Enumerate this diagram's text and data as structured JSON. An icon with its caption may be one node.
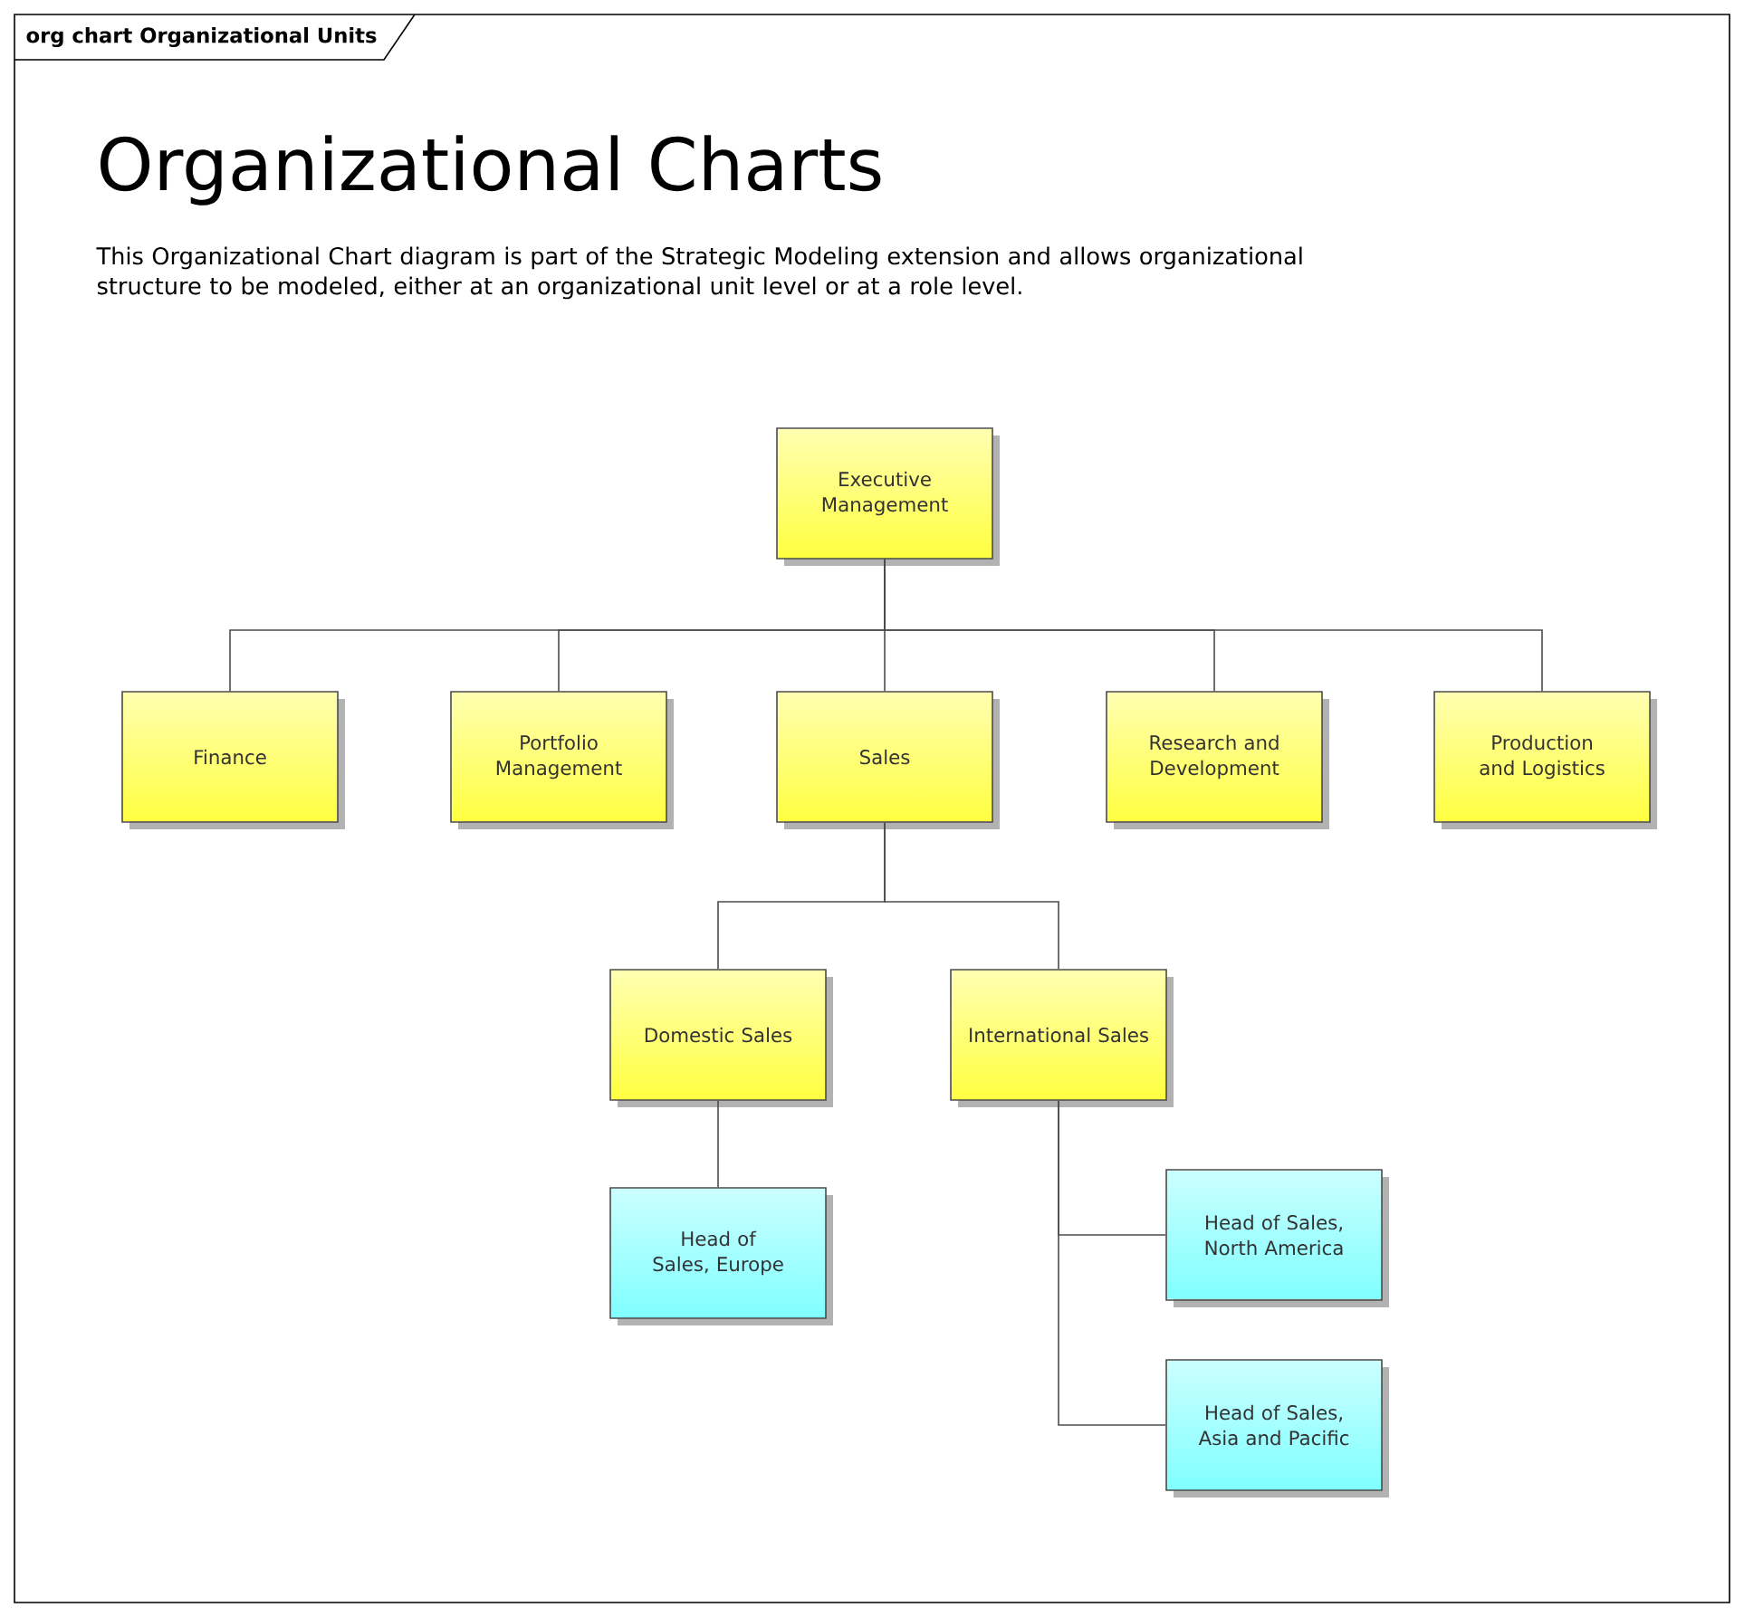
{
  "diagram": {
    "title": "Organizational Charts",
    "nodes": [
      {
        "text": [
          "org chart Organizational Units"
        ]
      },
      {
        "text": [
          "Executive Management"
        ],
        "in": 0
      },
      {
        "text": [
          "Finance"
        ],
        "in": 0
      },
      {
        "text": [
          "Portfolio Management"
        ],
        "in": 0
      },
      {
        "text": [
          "Sales"
        ],
        "in": 0
      },
      {
        "text": [
          "Research and Development"
        ],
        "in": 0
      },
      {
        "text": [
          "Production and Logistics"
        ],
        "in": 0
      },
      {
        "text": [
          "Domestic Sales"
        ],
        "in": 0
      },
      {
        "text": [
          "International Sales"
        ],
        "in": 0
      },
      {
        "text": [
          "Head of Sales, Europe"
        ],
        "in": 0
      },
      {
        "text": [
          "Head of Sales, North America"
        ],
        "in": 0
      },
      {
        "text": [
          "Head of Sales, Asia and Pacific"
        ],
        "in": 0
      }
    ],
    "edges": [
      {
        "from": 1,
        "to": 2,
        "arrow": "none"
      },
      {
        "from": 1,
        "to": 3,
        "arrow": "none"
      },
      {
        "from": 1,
        "to": 4,
        "arrow": "none"
      },
      {
        "from": 1,
        "to": 5,
        "arrow": "none"
      },
      {
        "from": 1,
        "to": 6,
        "arrow": "none"
      },
      {
        "from": 4,
        "to": 7,
        "arrow": "none"
      },
      {
        "from": 4,
        "to": 8,
        "arrow": "none"
      },
      {
        "from": 7,
        "to": 9,
        "arrow": "none"
      },
      {
        "from": 8,
        "to": 10,
        "arrow": "none"
      },
      {
        "from": 8,
        "to": 11,
        "arrow": "none"
      }
    ],
    "labels": [
      "This Organizational Chart diagram is part of the Strategic Modeling extension and allows organizational structure to be modeled, either at an organizational unit level or at a role level."
    ]
  }
}
